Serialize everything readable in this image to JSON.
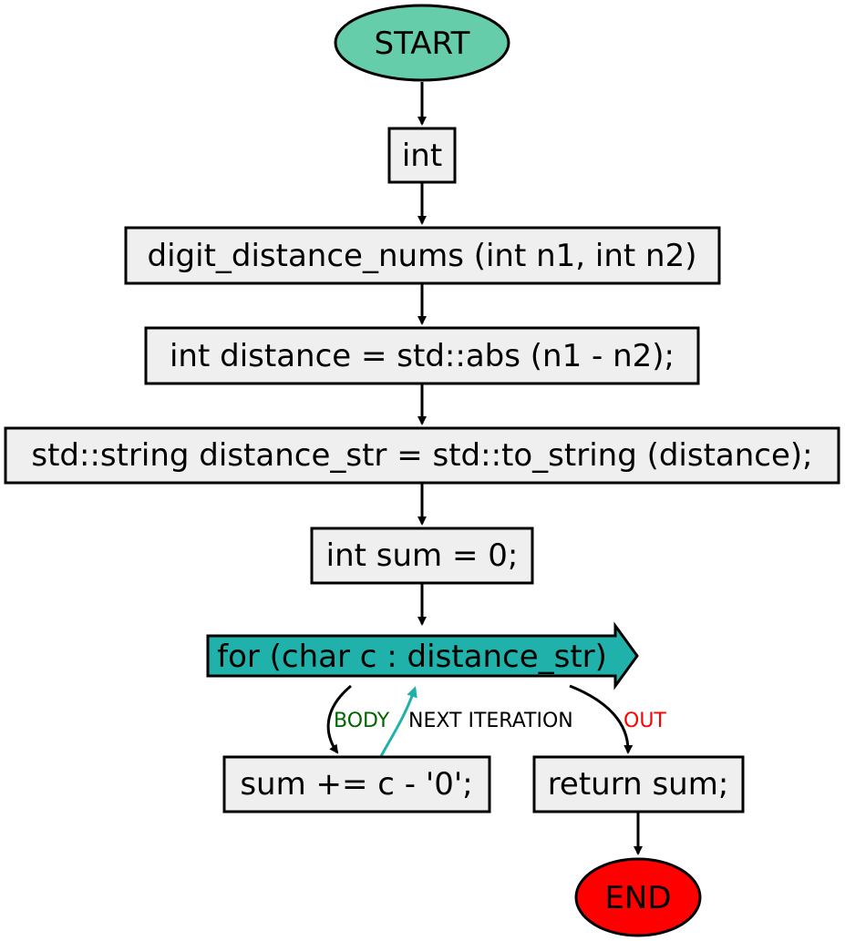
{
  "flowchart": {
    "start": "START",
    "return_type": "int",
    "signature": "digit_distance_nums (int n1, int n2)",
    "step_distance": "int distance = std::abs (n1 - n2);",
    "step_string": "std::string distance_str = std::to_string (distance);",
    "step_sum_init": "int sum = 0;",
    "loop": "for (char c : distance_str)",
    "loop_body": "sum += c - '0';",
    "return_stmt": "return sum;",
    "end": "END"
  },
  "edge_labels": {
    "body": "BODY",
    "next_iteration": "NEXT ITERATION",
    "out": "OUT"
  },
  "colors": {
    "start_fill": "#66cdaa",
    "end_fill": "#ff0000",
    "box_fill": "#efefef",
    "loop_fill": "#20b2aa",
    "body_label": "#006400",
    "out_label": "#ff0000",
    "next_arrow": "#20b2aa",
    "stroke": "#000000"
  }
}
